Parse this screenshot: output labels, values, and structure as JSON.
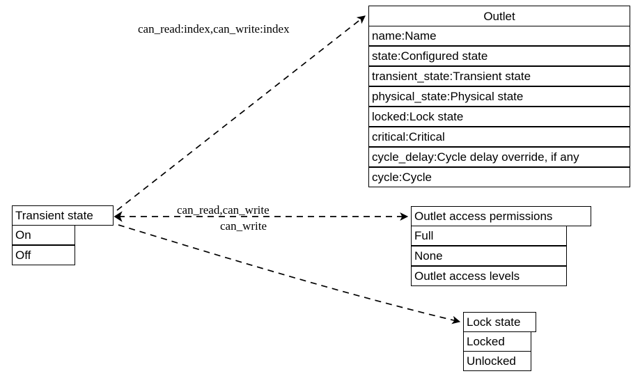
{
  "diagram": {
    "type": "entity-relationship-diagram",
    "background": "#ffffff",
    "line_color": "#000000",
    "entities": [
      {
        "id": "outlet",
        "title": "Outlet",
        "rows": [
          "name:Name",
          "state:Configured state",
          "transient_state:Transient state",
          "physical_state:Physical state",
          "locked:Lock state",
          "critical:Critical",
          "cycle_delay:Cycle delay override, if any",
          "cycle:Cycle"
        ]
      },
      {
        "id": "transient-state",
        "title": "Transient state",
        "rows": [
          "On",
          "Off"
        ]
      },
      {
        "id": "outlet-access-permissions",
        "title": "Outlet access permissions",
        "rows": [
          "Full",
          "None",
          "Outlet access levels"
        ]
      },
      {
        "id": "lock-state",
        "title": "Lock state",
        "rows": [
          "Locked",
          "Unlocked"
        ]
      }
    ],
    "edge_labels": [
      "can_read:index,can_write:index",
      "can_read,can_write",
      "can_write"
    ]
  }
}
